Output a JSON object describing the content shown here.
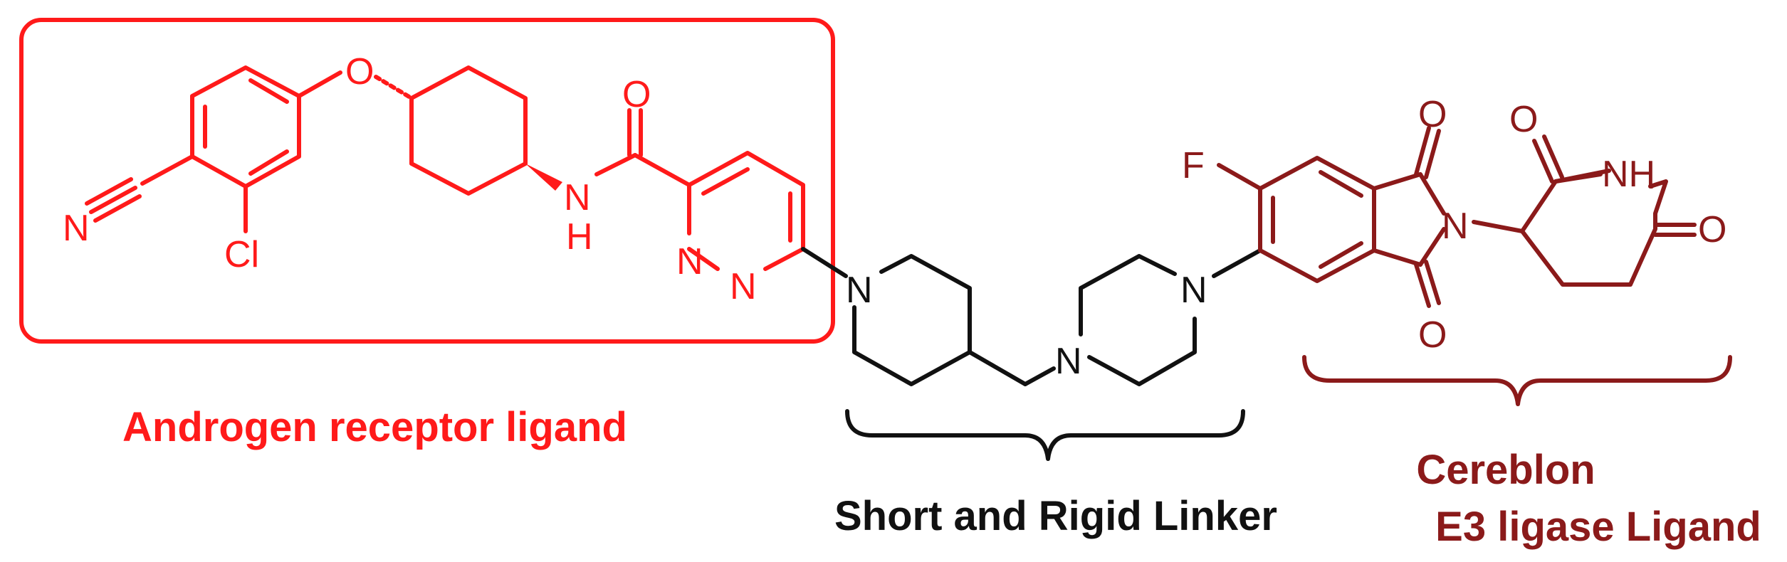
{
  "colors": {
    "ar_ligand": "#ff1a1a",
    "linker": "#111111",
    "cereblon": "#8b1a1a"
  },
  "labels": {
    "ar_ligand": "Androgen receptor ligand",
    "linker": "Short and Rigid Linker",
    "cereblon_line1": "Cereblon",
    "cereblon_line2": "E3 ligase Ligand"
  },
  "atoms": {
    "O": "O",
    "N": "N",
    "H": "H",
    "Cl": "Cl",
    "F": "F",
    "NH": "NH"
  }
}
